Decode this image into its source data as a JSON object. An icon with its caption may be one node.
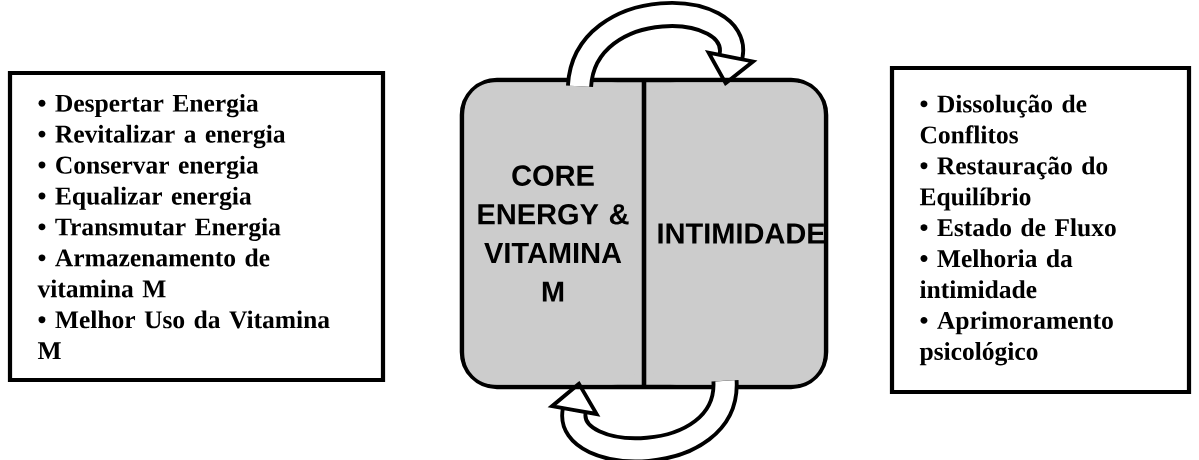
{
  "diagram": {
    "nodes": [
      {
        "text": [
          "• Despertar Energia",
          "• Revitalizar a energia",
          "• Conservar energia",
          "• Equalizar energia",
          "• Transmutar Energia",
          "• Armazenamento de vitamina M",
          "• Melhor Uso da Vitamina M"
        ]
      },
      {
        "text": [],
        "shape": "box"
      },
      {
        "text": [
          "CORE ENERGY & VITAMINA M"
        ],
        "in": 1
      },
      {
        "text": [
          "INTIMIDADE"
        ],
        "in": 1
      },
      {
        "text": [
          "• Dissolução de Conflitos",
          "• Restauração do Equilíbrio",
          "• Estado de Fluxo",
          "• Melhoria da intimidade",
          "• Aprimoramento psicológico"
        ]
      }
    ],
    "edges": [
      {
        "from": 2,
        "to": 3,
        "arrow": "to"
      },
      {
        "from": 3,
        "to": 2,
        "arrow": "to"
      }
    ]
  }
}
